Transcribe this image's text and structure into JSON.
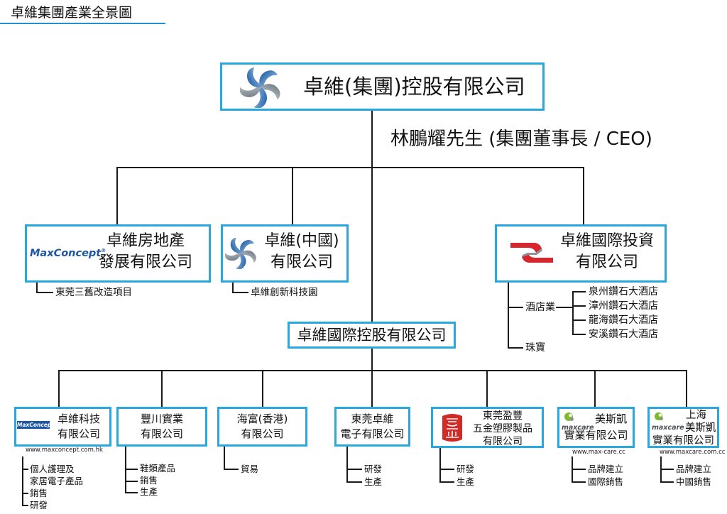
{
  "page_title": "卓維集團產業全景圖",
  "colors": {
    "box_border": "#29a8df",
    "lines": "#1a1a1a",
    "title_underline": "#1f8fd0",
    "maxconcept_blue": "#1c57a5",
    "investment_red": "#d7262d",
    "maxcare_green": "#7dbb2d",
    "seal_red": "#d42a25"
  },
  "icons": {
    "group_logo": "pinwheel-logo",
    "china_logo": "pinwheel-logo",
    "investment_logo": "red-chevron-logo",
    "yingfeng_logo": "red-seal-logo",
    "maxcare_logo": "green-circle-logo"
  },
  "group": {
    "name": "卓維(集團)控股有限公司",
    "chairman": "林鵬耀先生 (集團董事長 / CEO)"
  },
  "real_estate": {
    "logo_text": "MaxConcept",
    "logo_mark": "®",
    "name_lines": [
      "卓維房地產",
      "發展有限公司"
    ],
    "projects": [
      "東莞三舊改造項目"
    ]
  },
  "china": {
    "name_lines": [
      "卓維(中國)",
      "有限公司"
    ],
    "projects": [
      "卓維創新科技園"
    ]
  },
  "investment": {
    "name_lines": [
      "卓維國際投資",
      "有限公司"
    ],
    "hotel_label": "酒店業",
    "hotels": [
      "泉州鑽石大酒店",
      "漳州鑽石大酒店",
      "龍海鑽石大酒店",
      "安溪鑽石大酒店"
    ],
    "jewelry_label": "珠寶"
  },
  "holding": {
    "name": "卓維國際控股有限公司"
  },
  "subsidiaries": [
    {
      "name_lines": [
        "卓維科技",
        "有限公司"
      ],
      "logo_text": "MaxConcept",
      "url": "www.maxconcept.com.hk",
      "items": [
        "個人護理及",
        "家居電子產品",
        "銷售",
        "研發"
      ]
    },
    {
      "name_lines": [
        "豐川實業",
        "有限公司"
      ],
      "items": [
        "鞋類產品",
        "銷售",
        "生產"
      ]
    },
    {
      "name_lines": [
        "海富(香港)",
        "有限公司"
      ],
      "items": [
        "貿易"
      ]
    },
    {
      "name_lines": [
        "東莞卓維",
        "電子有限公司"
      ],
      "items": [
        "研發",
        "生產"
      ]
    },
    {
      "name_lines": [
        "東莞盈豐",
        "五金塑膠製品",
        "有限公司"
      ],
      "items": [
        "研發",
        "生產"
      ]
    },
    {
      "name_lines": [
        "美斯凱",
        "實業有限公司"
      ],
      "logo_text": "maxcare",
      "url": "www.max-care.cc",
      "items": [
        "品牌建立",
        "國際銷售"
      ]
    },
    {
      "name_lines": [
        "上海",
        "美斯凱",
        "實業有限公司"
      ],
      "logo_text": "maxcare",
      "url": "www.maxcare.com.cc",
      "items": [
        "品牌建立",
        "中國銷售"
      ]
    }
  ]
}
